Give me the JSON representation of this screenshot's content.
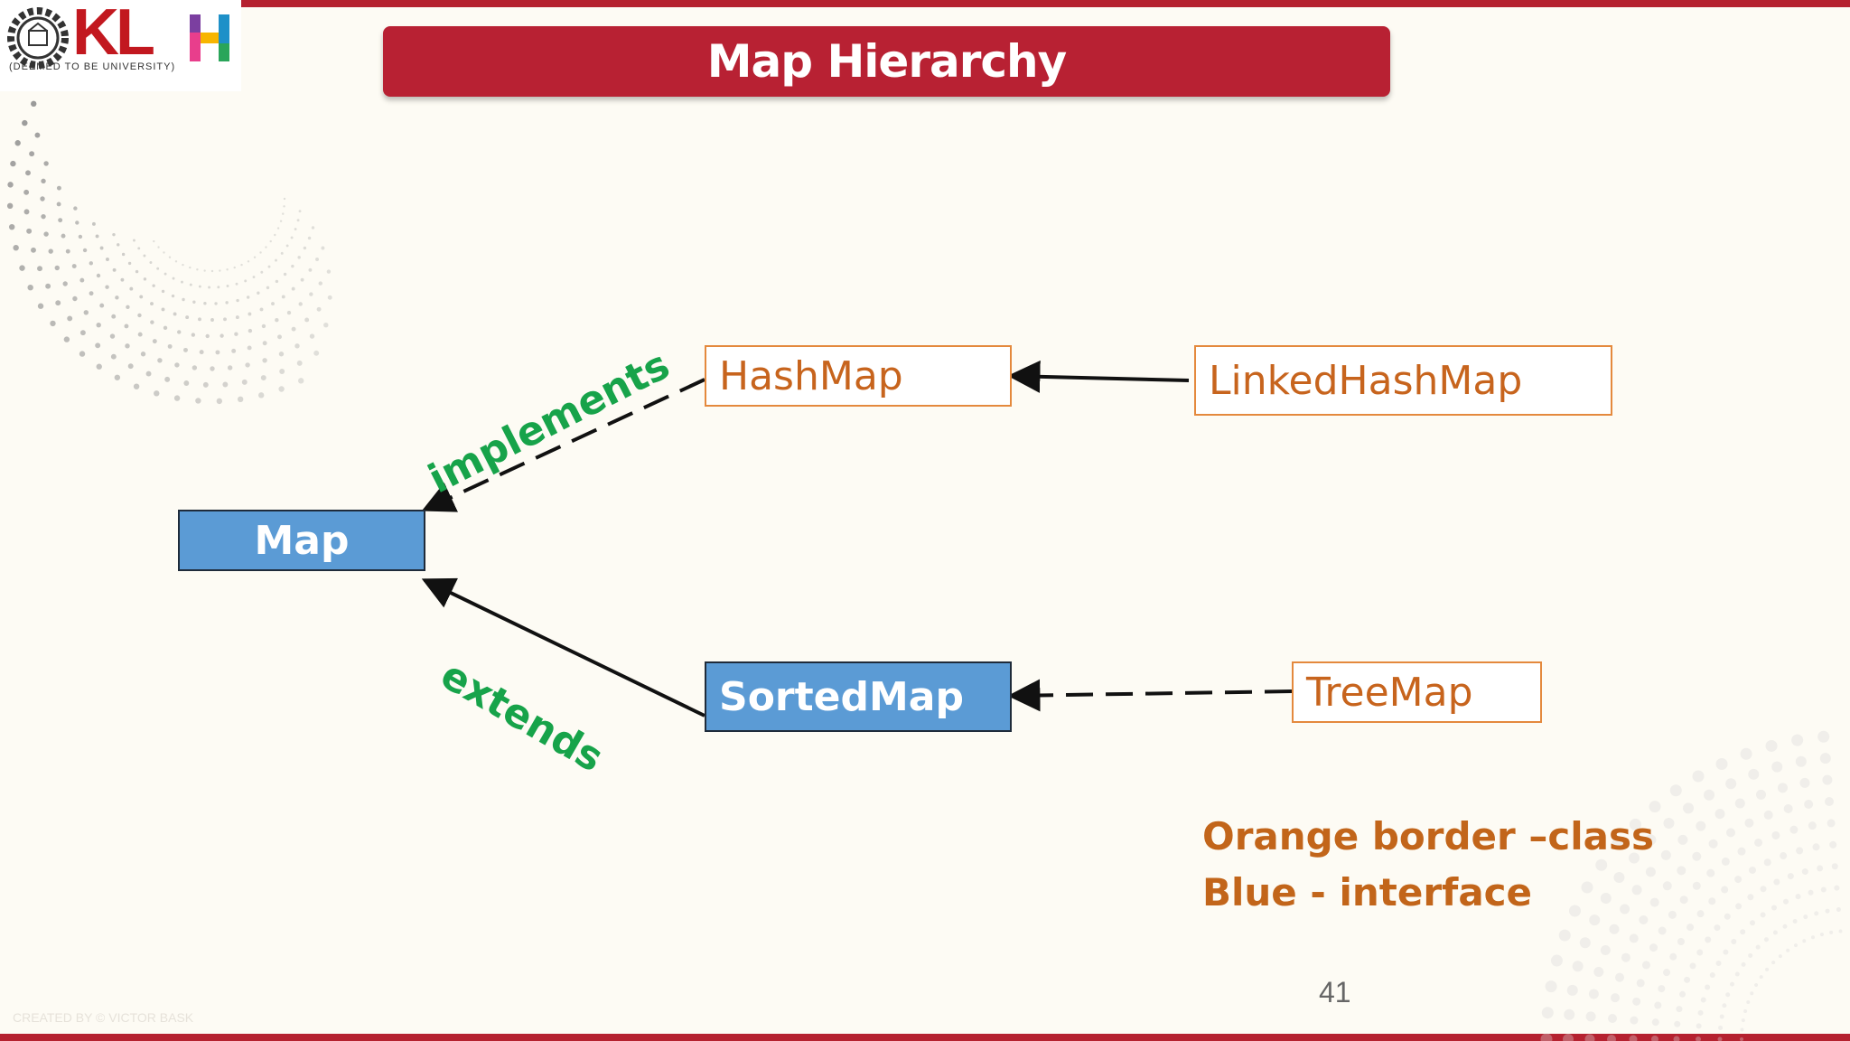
{
  "logo": {
    "text": "KL",
    "subtitle": "(DEEMED TO BE UNIVERSITY)"
  },
  "title": "Map Hierarchy",
  "nodes": {
    "map": "Map",
    "hashmap": "HashMap",
    "linkedhashmap": "LinkedHashMap",
    "sortedmap": "SortedMap",
    "treemap": "TreeMap"
  },
  "edge_labels": {
    "implements": "implements",
    "extends": "extends"
  },
  "legend": {
    "line1": "Orange border –class",
    "line2": "Blue - interface"
  },
  "page_number": "41",
  "footer_credit": "CREATED BY © VICTOR BASK",
  "colors": {
    "brand_red": "#b82133",
    "class_border": "#e4893d",
    "class_text": "#c7641d",
    "interface_fill": "#5b9bd5",
    "edge_label": "#17a34a",
    "legend_text": "#c2651a"
  }
}
